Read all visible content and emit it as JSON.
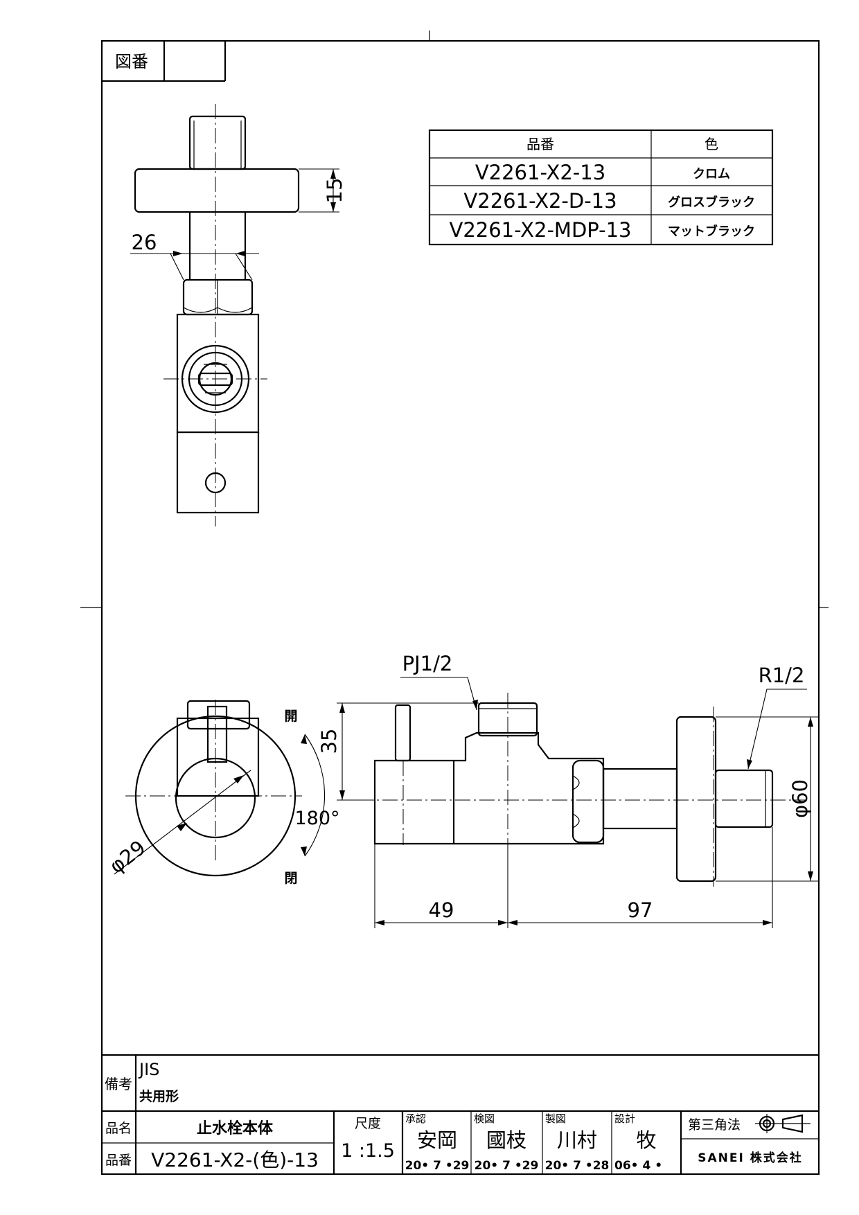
{
  "header": {
    "drawing_number_label": "図番",
    "drawing_number_value": ""
  },
  "color_table": {
    "headers": [
      "品番",
      "色"
    ],
    "rows": [
      {
        "part": "V2261-X2-13",
        "color": "クロム"
      },
      {
        "part": "V2261-X2-D-13",
        "color": "グロスブラック"
      },
      {
        "part": "V2261-X2-MDP-13",
        "color": "マットブラック"
      }
    ]
  },
  "dimensions": {
    "flange_thickness": "15",
    "hex_width": "26",
    "handle_height": "35",
    "rotation": "180°",
    "body_diameter": "φ29",
    "port_thread": "PJ1/2",
    "inlet_thread": "R1/2",
    "flange_diameter": "φ60",
    "length_left": "49",
    "length_right": "97",
    "open_label": "開",
    "close_label": "閉"
  },
  "title_block": {
    "remarks_label": "備考",
    "remarks_line1": "JIS",
    "remarks_line2": "共用形",
    "name_label": "品名",
    "name_value": "止水栓本体",
    "number_label": "品番",
    "number_value": "V2261-X2-(色)-13",
    "scale_label": "尺度",
    "scale_value": "1 :1.5",
    "approved_label": "承認",
    "approved_name": "安岡",
    "approved_date": "20• 7 •29",
    "checked_label": "検図",
    "checked_name": "國枝",
    "checked_date": "20• 7 •29",
    "drawn_label": "製図",
    "drawn_name": "川村",
    "drawn_date": "20• 7 •28",
    "design_label": "設計",
    "design_name": "牧",
    "design_date": "06• 4 •",
    "projection_label": "第三角法",
    "company": "SANEI 株式会社"
  }
}
